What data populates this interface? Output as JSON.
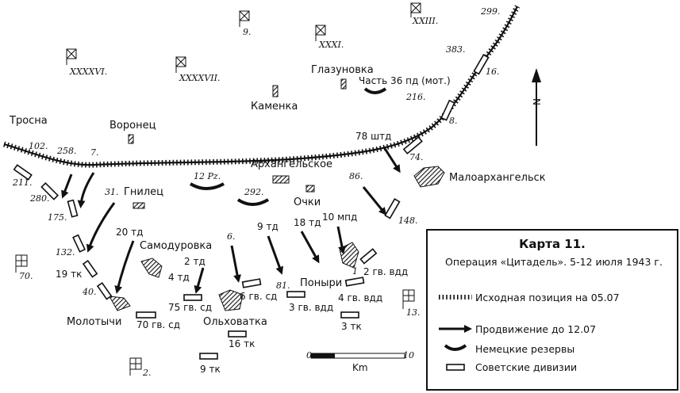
{
  "legend": {
    "title": "Карта 11.",
    "subtitle": "Операция «Цитадель». 5-12 июля 1943 г.",
    "items": [
      {
        "symbol": "front-line",
        "label": "Исходная позиция на 05.07"
      },
      {
        "symbol": "advance-arrow",
        "label": "Продвижение до 12.07"
      },
      {
        "symbol": "german-reserves",
        "label": "Немецкие резервы"
      },
      {
        "symbol": "soviet-division",
        "label": "Советские дивизии"
      }
    ]
  },
  "places": [
    {
      "name": "Тросна"
    },
    {
      "name": "Воронец"
    },
    {
      "name": "Каменка"
    },
    {
      "name": "Глазуновка"
    },
    {
      "name": "Архангельское"
    },
    {
      "name": "Малоархангельск"
    },
    {
      "name": "Гнилец"
    },
    {
      "name": "Очки"
    },
    {
      "name": "Самодуровка"
    },
    {
      "name": "Поныри"
    },
    {
      "name": "Молотычи"
    },
    {
      "name": "Ольховатка"
    }
  ],
  "german_units": [
    "102.",
    "258.",
    "7.",
    "31.",
    "20 тд",
    "6.",
    "9 тд",
    "18 тд",
    "10 мпд",
    "86.",
    "78 штд",
    "216.",
    "383.",
    "299.",
    "Часть 36 пд (мот.)",
    "2 тд",
    "4 тд",
    "12 Pz.",
    "292."
  ],
  "german_hq": [
    "9.",
    "XXXI.",
    "XXXXVI.",
    "XXXXVII.",
    "XXIII."
  ],
  "soviet_units": [
    "211.",
    "280.",
    "175.",
    "132.",
    "19 тк",
    "40.",
    "70 гв. сд",
    "75 гв. сд",
    "6 гв. сд",
    "3 гв. вдд",
    "4 гв. вдд",
    "2 гв. вдд",
    "3 тк",
    "16 тк",
    "9 тк",
    "148.",
    "74.",
    "8.",
    "16.",
    "81.",
    "1"
  ],
  "soviet_armies": [
    "70.",
    "13.",
    "2."
  ],
  "scale": {
    "start": "0",
    "end": "10",
    "unit": "Km"
  },
  "north_arrow": "N"
}
